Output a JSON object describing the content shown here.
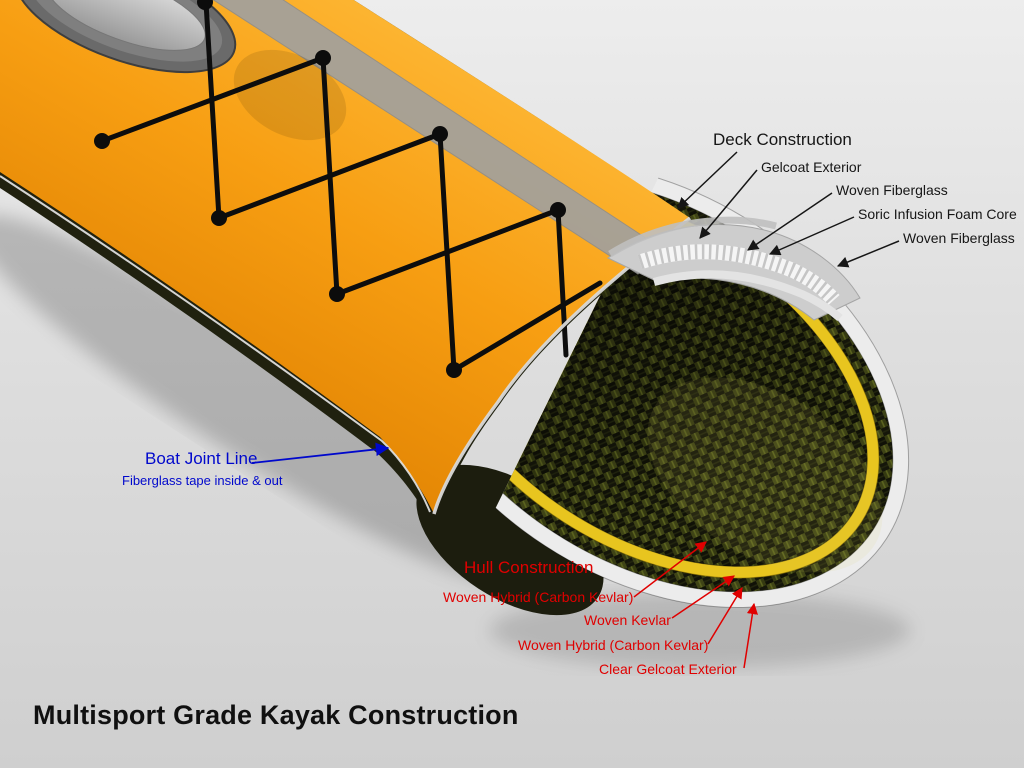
{
  "title": "Multisport Grade Kayak Construction",
  "deck_construction": {
    "heading": "Deck Construction",
    "labels": [
      "Gelcoat Exterior",
      "Woven Fiberglass",
      "Soric Infusion Foam Core",
      "Woven Fiberglass"
    ]
  },
  "boat_joint": {
    "heading": "Boat Joint Line",
    "subheading": "Fiberglass tape inside & out"
  },
  "hull_construction": {
    "heading": "Hull Construction",
    "labels": [
      "Woven Hybrid (Carbon Kevlar)",
      "Woven Kevlar",
      "Woven Hybrid (Carbon Kevlar)",
      "Clear Gelcoat Exterior"
    ]
  },
  "colors": {
    "deck_label": "#161616",
    "joint_label": "#0008cc",
    "hull_label": "#e00000",
    "kayak_orange": "#f59c10",
    "kevlar_yellow": "#e8c51f",
    "weave_olive": "#3f4416"
  }
}
